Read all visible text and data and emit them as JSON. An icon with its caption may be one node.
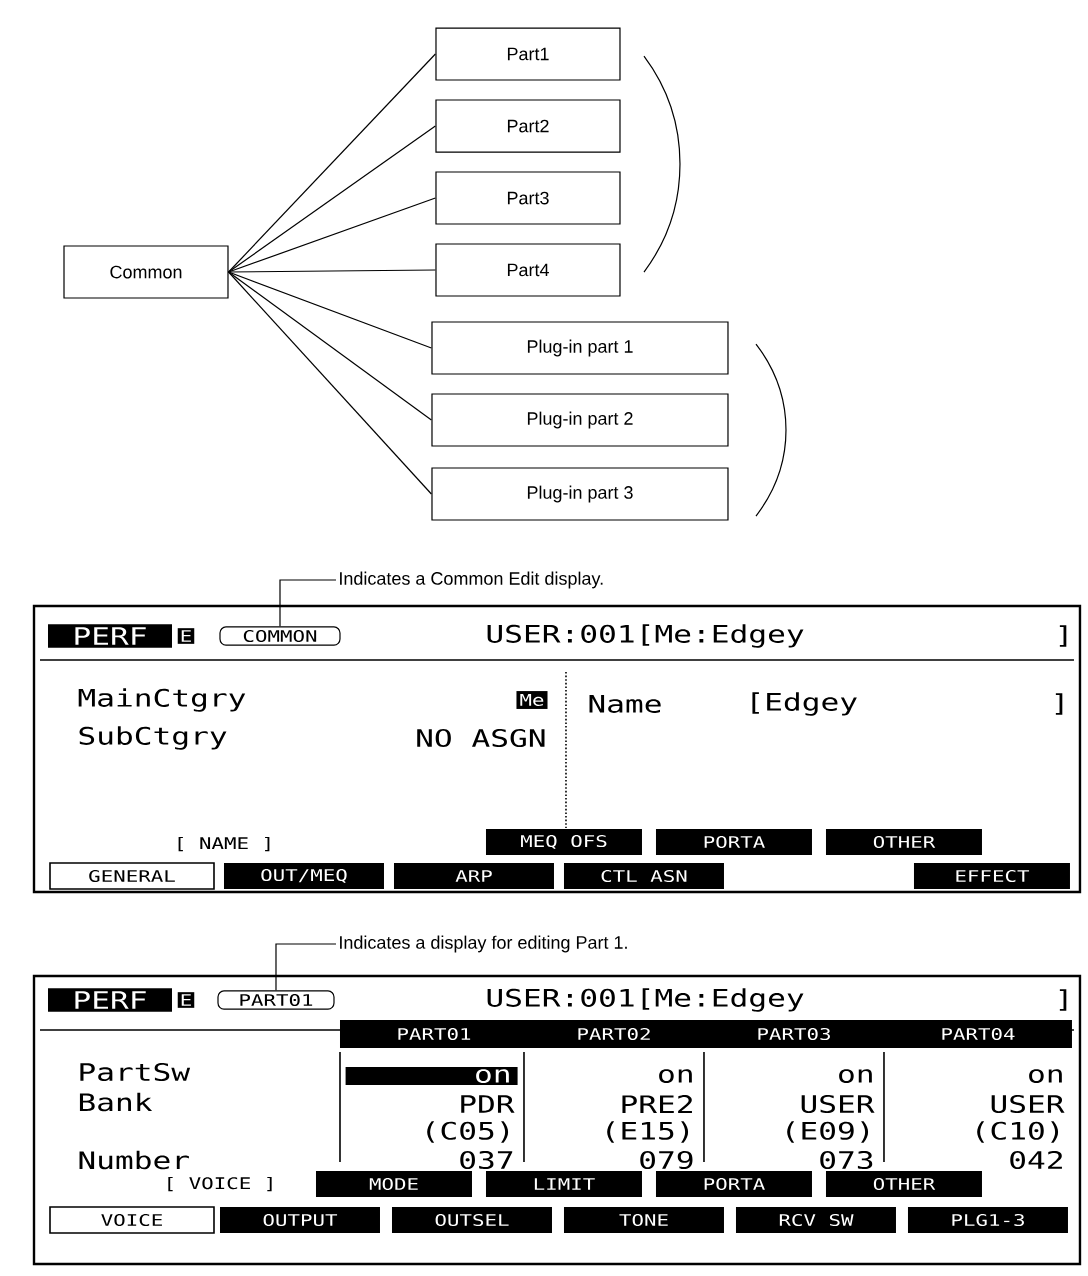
{
  "diagram": {
    "nodes": [
      {
        "text": [
          "Common"
        ]
      },
      {
        "text": [
          "Part1"
        ]
      },
      {
        "text": [
          "Part2"
        ]
      },
      {
        "text": [
          "Part3"
        ]
      },
      {
        "text": [
          "Part4"
        ]
      },
      {
        "text": [
          "Plug-in part 1"
        ]
      },
      {
        "text": [
          "Plug-in part 2"
        ]
      },
      {
        "text": [
          "Plug-in part 3"
        ]
      },
      {
        "text": [
          "Indicates a Common Edit display."
        ]
      },
      {
        "text": [
          "COMMON"
        ]
      },
      {
        "text": [
          "Indicates a display for editing Part 1."
        ]
      },
      {
        "text": [
          "PART01"
        ]
      }
    ],
    "edges": [
      {
        "from": 0,
        "to": 1,
        "arrow": "none"
      },
      {
        "from": 0,
        "to": 2,
        "arrow": "none"
      },
      {
        "from": 0,
        "to": 3,
        "arrow": "none"
      },
      {
        "from": 0,
        "to": 4,
        "arrow": "none"
      },
      {
        "from": 0,
        "to": 5,
        "arrow": "none"
      },
      {
        "from": 0,
        "to": 6,
        "arrow": "none"
      },
      {
        "from": 0,
        "to": 7,
        "arrow": "none"
      },
      {
        "from": 8,
        "to": 9,
        "arrow": "none"
      },
      {
        "from": 10,
        "to": 11,
        "arrow": "none"
      }
    ],
    "labels": [
      "PERF",
      "E",
      "USER:001[Me:Edgey",
      "]",
      "MainCtgry",
      "Me",
      "SubCtgry",
      "NO ASGN",
      "Name",
      "[Edgey",
      "]",
      "[ NAME ]",
      "MEQ OFS",
      "PORTA",
      "OTHER",
      "GENERAL",
      "OUT/MEQ",
      "ARP",
      "CTL ASN",
      "EFFECT",
      "PERF",
      "E",
      "USER:001[Me:Edgey",
      "]",
      "PART01",
      "PART02",
      "PART03",
      "PART04",
      "PartSw",
      "Bank",
      "Number",
      "on",
      "PDR",
      "(C05)",
      "037",
      "on",
      "PRE2",
      "(E15)",
      "079",
      "on",
      "USER",
      "(E09)",
      "073",
      "on",
      "USER",
      "(C10)",
      "042",
      "[ VOICE ]",
      "MODE",
      "LIMIT",
      "PORTA",
      "OTHER",
      "VOICE",
      "OUTPUT",
      "OUTSEL",
      "TONE",
      "RCV SW",
      "PLG1-3"
    ]
  }
}
